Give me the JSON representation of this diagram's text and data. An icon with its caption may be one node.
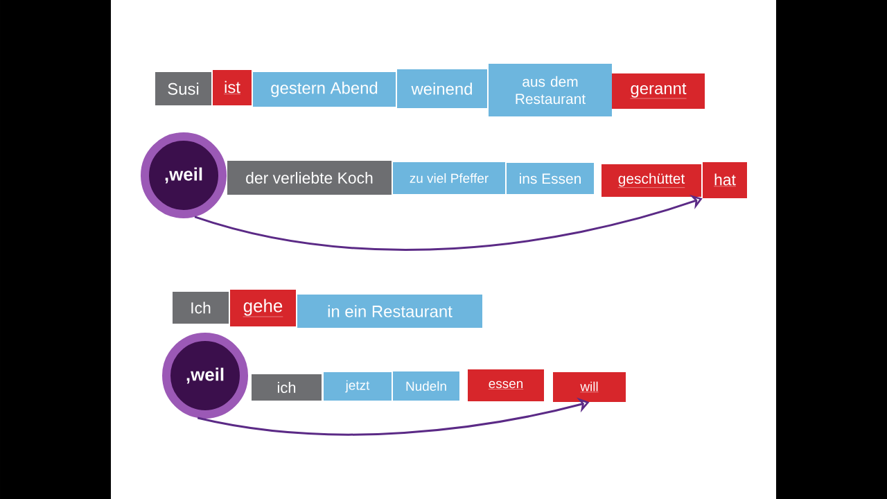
{
  "diagram": {
    "nodes": [
      {
        "text": [
          "Susi"
        ]
      },
      {
        "text": [
          "ist"
        ]
      },
      {
        "text": [
          "gestern Abend"
        ]
      },
      {
        "text": [
          "weinend"
        ]
      },
      {
        "text": [
          "aus dem Restaurant"
        ]
      },
      {
        "text": [
          "gerannt"
        ]
      },
      {
        "text": [
          ",weil"
        ]
      },
      {
        "text": [
          "der verliebte Koch"
        ]
      },
      {
        "text": [
          "zu viel Pfeffer"
        ]
      },
      {
        "text": [
          "ins Essen"
        ]
      },
      {
        "text": [
          "geschüttet"
        ]
      },
      {
        "text": [
          "hat"
        ]
      },
      {
        "text": [
          "Ich"
        ]
      },
      {
        "text": [
          "gehe"
        ]
      },
      {
        "text": [
          "in ein Restaurant"
        ]
      },
      {
        "text": [
          ",weil"
        ]
      },
      {
        "text": [
          "ich"
        ]
      },
      {
        "text": [
          "jetzt"
        ]
      },
      {
        "text": [
          "Nudeln"
        ]
      },
      {
        "text": [
          "essen"
        ]
      },
      {
        "text": [
          "will"
        ]
      }
    ],
    "edges": [
      {
        "from": 6,
        "to": 11,
        "arrow": "to"
      },
      {
        "from": 15,
        "to": 20,
        "arrow": "to"
      }
    ]
  }
}
